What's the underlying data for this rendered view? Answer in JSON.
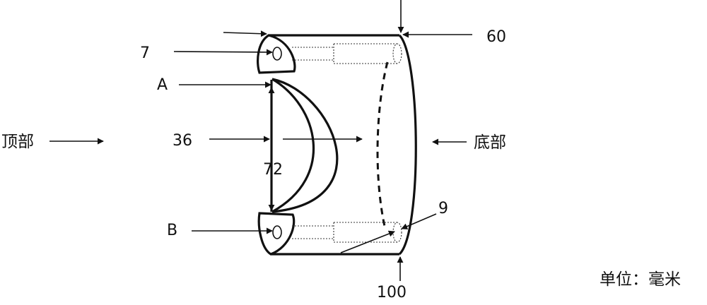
{
  "labels": {
    "top": "顶部",
    "bottom": "底部",
    "dim_7": "7",
    "dim_60": "60",
    "point_a": "A",
    "point_b": "B",
    "dim_36": "36",
    "dim_72": "72",
    "dim_9": "9",
    "dim_100": "100",
    "unit": "单位：毫米"
  }
}
